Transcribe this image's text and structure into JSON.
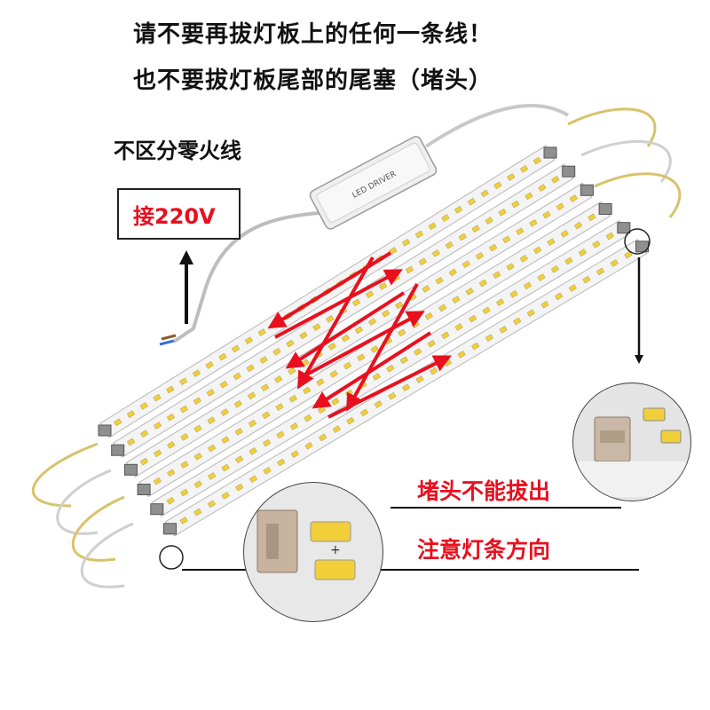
{
  "notice": {
    "line1": "请不要再拔灯板上的任何一条线！",
    "line2": "也不要拔灯板尾部的尾塞（堵头）"
  },
  "wiring": {
    "neutral_live_note": "不区分零火线",
    "input_voltage": "接220V"
  },
  "callouts": {
    "end_plug": "堵头不能拔出",
    "strip_direction": "注意灯条方向"
  },
  "driver": {
    "label": "LED DRIVER"
  },
  "colors": {
    "accent_red": "#e8101f",
    "text_black": "#111111",
    "board_white": "#f4f4f4",
    "led_yellow": "#f2cf3a"
  }
}
